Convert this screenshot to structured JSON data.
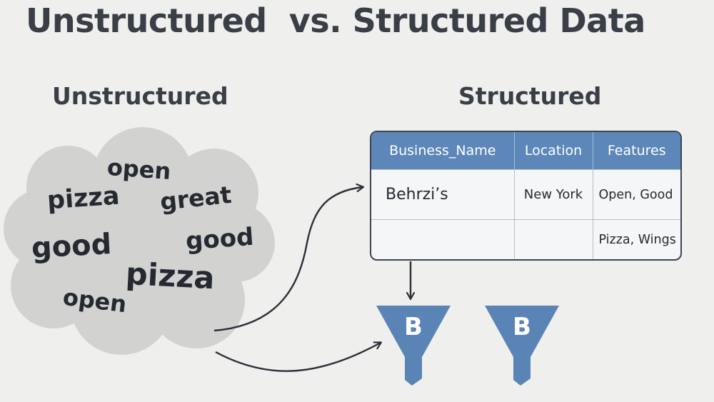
{
  "title": "Unstructured  vs. Structured Data",
  "unstructured": {
    "heading": "Unstructured",
    "words": [
      "open",
      "pizza",
      "great",
      "good",
      "good",
      "pizza",
      "open"
    ]
  },
  "structured": {
    "heading": "Structured",
    "table": {
      "headers": [
        "Business_Name",
        "Location",
        "Features"
      ],
      "rows": [
        [
          "Behrzi’s",
          "New York",
          "Open, Good"
        ],
        [
          "",
          "",
          "Pizza, Wings"
        ]
      ]
    }
  },
  "funnels": [
    "B",
    "B"
  ],
  "colors": {
    "background": "#efefed",
    "header_blue": "#5c87b8",
    "funnel_blue": "#5a84b5",
    "cloud_gray": "#d2d2d0",
    "text_dark": "#2b3038"
  }
}
